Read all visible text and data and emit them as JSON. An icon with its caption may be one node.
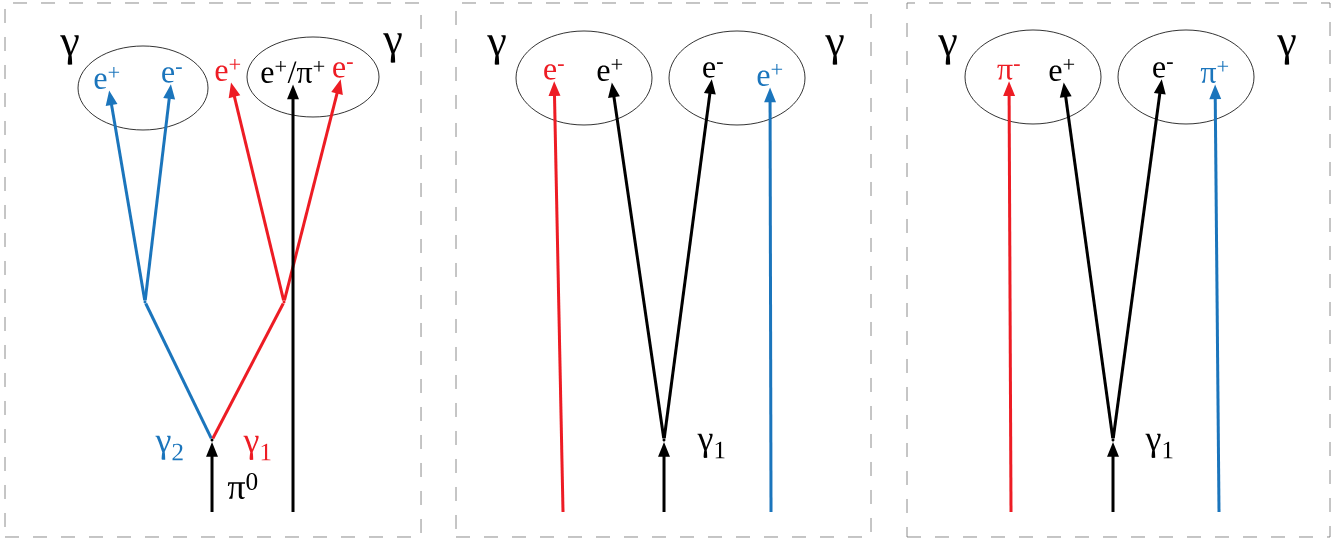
{
  "diagram": {
    "nodes": [
      {
        "text": [],
        "shape": "box"
      },
      {
        "text": [],
        "shape": "box"
      },
      {
        "text": [],
        "shape": "box"
      },
      {
        "text": [],
        "shape": "ellipse",
        "in": 0
      },
      {
        "text": [
          "e$^{+}$"
        ],
        "in": 3
      },
      {
        "text": [
          "e$^{-}$"
        ],
        "in": 3
      },
      {
        "text": [
          "e$^{+}$"
        ],
        "in": 0
      },
      {
        "text": [],
        "shape": "ellipse",
        "in": 0
      },
      {
        "text": [
          "e$^{+}$/π$^{+}$"
        ],
        "in": 7
      },
      {
        "text": [
          "e$^{-}$"
        ],
        "in": 7
      },
      {
        "text": [],
        "shape": "dot",
        "in": 0
      },
      {
        "text": [],
        "shape": "dot",
        "in": 0
      },
      {
        "text": [],
        "shape": "dot",
        "in": 0
      },
      {
        "text": [],
        "shape": "ellipse",
        "in": 1
      },
      {
        "text": [
          "e$^{-}$"
        ],
        "in": 13
      },
      {
        "text": [
          "e$^{+}$"
        ],
        "in": 13
      },
      {
        "text": [],
        "shape": "ellipse",
        "in": 1
      },
      {
        "text": [
          "e$^{-}$"
        ],
        "in": 16
      },
      {
        "text": [
          "e$^{+}$"
        ],
        "in": 16
      },
      {
        "text": [],
        "shape": "dot",
        "in": 1
      },
      {
        "text": [],
        "shape": "ellipse",
        "in": 2
      },
      {
        "text": [
          "π$^{-}$"
        ],
        "in": 20
      },
      {
        "text": [
          "e$^{+}$"
        ],
        "in": 20
      },
      {
        "text": [],
        "shape": "ellipse",
        "in": 2
      },
      {
        "text": [
          "e$^{-}$"
        ],
        "in": 23
      },
      {
        "text": [
          "π$^{+}$"
        ],
        "in": 23
      },
      {
        "text": [],
        "shape": "dot",
        "in": 2
      }
    ],
    "edges": [
      {
        "from": null,
        "to": 10,
        "arrow": "to",
        "label": "π$^{0}$"
      },
      {
        "from": 10,
        "to": 11,
        "arrow": "none",
        "label": "γ$_{2}$",
        "color": "#1b75bc"
      },
      {
        "from": 10,
        "to": 12,
        "arrow": "none",
        "label": "γ$_{1}$",
        "color": "#ed1c24"
      },
      {
        "from": 11,
        "to": 4,
        "arrow": "to",
        "color": "#1b75bc"
      },
      {
        "from": 11,
        "to": 5,
        "arrow": "to",
        "color": "#1b75bc"
      },
      {
        "from": 12,
        "to": 6,
        "arrow": "to",
        "color": "#ed1c24"
      },
      {
        "from": 12,
        "to": 9,
        "arrow": "to",
        "color": "#ed1c24"
      },
      {
        "from": null,
        "to": 8,
        "arrow": "to"
      },
      {
        "from": null,
        "to": 14,
        "arrow": "to",
        "color": "#ed1c24"
      },
      {
        "from": null,
        "to": 19,
        "arrow": "to",
        "label": "γ$_{1}$"
      },
      {
        "from": 19,
        "to": 15,
        "arrow": "to"
      },
      {
        "from": 19,
        "to": 17,
        "arrow": "to"
      },
      {
        "from": null,
        "to": 18,
        "arrow": "to",
        "color": "#1b75bc"
      },
      {
        "from": null,
        "to": 21,
        "arrow": "to",
        "color": "#ed1c24"
      },
      {
        "from": null,
        "to": 26,
        "arrow": "to",
        "label": "γ$_{1}$"
      },
      {
        "from": 26,
        "to": 22,
        "arrow": "to"
      },
      {
        "from": 26,
        "to": 24,
        "arrow": "to"
      },
      {
        "from": null,
        "to": 25,
        "arrow": "to",
        "color": "#1b75bc"
      }
    ],
    "labels": [
      "γ",
      "γ",
      "γ",
      "γ",
      "γ",
      "γ"
    ]
  }
}
